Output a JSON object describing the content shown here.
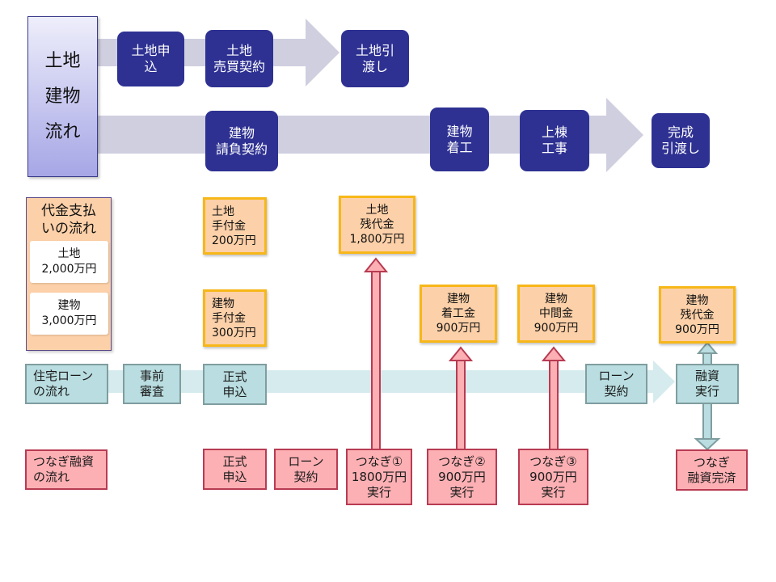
{
  "header": {
    "title": "土地\n建物\n流れ"
  },
  "land_flow": [
    {
      "id": "land-application",
      "label": "土地申\n込"
    },
    {
      "id": "land-sale-contract",
      "label": "土地\n売買契約"
    },
    {
      "id": "land-handover",
      "label": "土地引\n渡し"
    }
  ],
  "building_flow": [
    {
      "id": "building-contract",
      "label": "建物\n請負契約"
    },
    {
      "id": "building-start",
      "label": "建物\n着工"
    },
    {
      "id": "framing",
      "label": "上棟\n工事"
    },
    {
      "id": "completion-handover",
      "label": "完成\n引渡し"
    }
  ],
  "payment_panel": {
    "title": "代金支払\nいの流れ",
    "land": "土地\n2,000万円",
    "building": "建物\n3,000万円"
  },
  "payments": [
    {
      "id": "land-deposit",
      "label": "土地\n手付金\n200万円"
    },
    {
      "id": "building-deposit",
      "label": "建物\n手付金\n300万円"
    },
    {
      "id": "land-balance",
      "label": "土地\n残代金\n1,800万円"
    },
    {
      "id": "building-start-payment",
      "label": "建物\n着工金\n900万円"
    },
    {
      "id": "building-interim-payment",
      "label": "建物\n中間金\n900万円"
    },
    {
      "id": "building-balance",
      "label": "建物\n残代金\n900万円"
    }
  ],
  "mortgage_flow": {
    "label": "住宅ローン\nの流れ",
    "steps": [
      {
        "id": "pre-screening",
        "label": "事前\n審査"
      },
      {
        "id": "formal-application",
        "label": "正式\n申込"
      },
      {
        "id": "loan-contract",
        "label": "ローン\n契約"
      },
      {
        "id": "loan-execution",
        "label": "融資\n実行"
      }
    ]
  },
  "bridge_flow": {
    "label": "つなぎ融資\nの流れ",
    "steps": [
      {
        "id": "formal-application",
        "label": "正式\n申込"
      },
      {
        "id": "loan-contract",
        "label": "ローン\n契約"
      },
      {
        "id": "bridge-1",
        "label": "つなぎ①\n1800万円\n実行"
      },
      {
        "id": "bridge-2",
        "label": "つなぎ②\n900万円\n実行"
      },
      {
        "id": "bridge-3",
        "label": "つなぎ③\n900万円\n実行"
      },
      {
        "id": "bridge-repaid",
        "label": "つなぎ\n融資完済"
      }
    ]
  },
  "colors": {
    "navy": "#2e3192",
    "flow_arrow": "#cfcfe0",
    "payment_fill": "#fcd0a8",
    "payment_border": "#f7b718",
    "mortgage_fill": "#b9dde0",
    "mortgage_arrow": "#d6ebee",
    "bridge_fill": "#fdb0b4",
    "bridge_border": "#b83b52"
  }
}
